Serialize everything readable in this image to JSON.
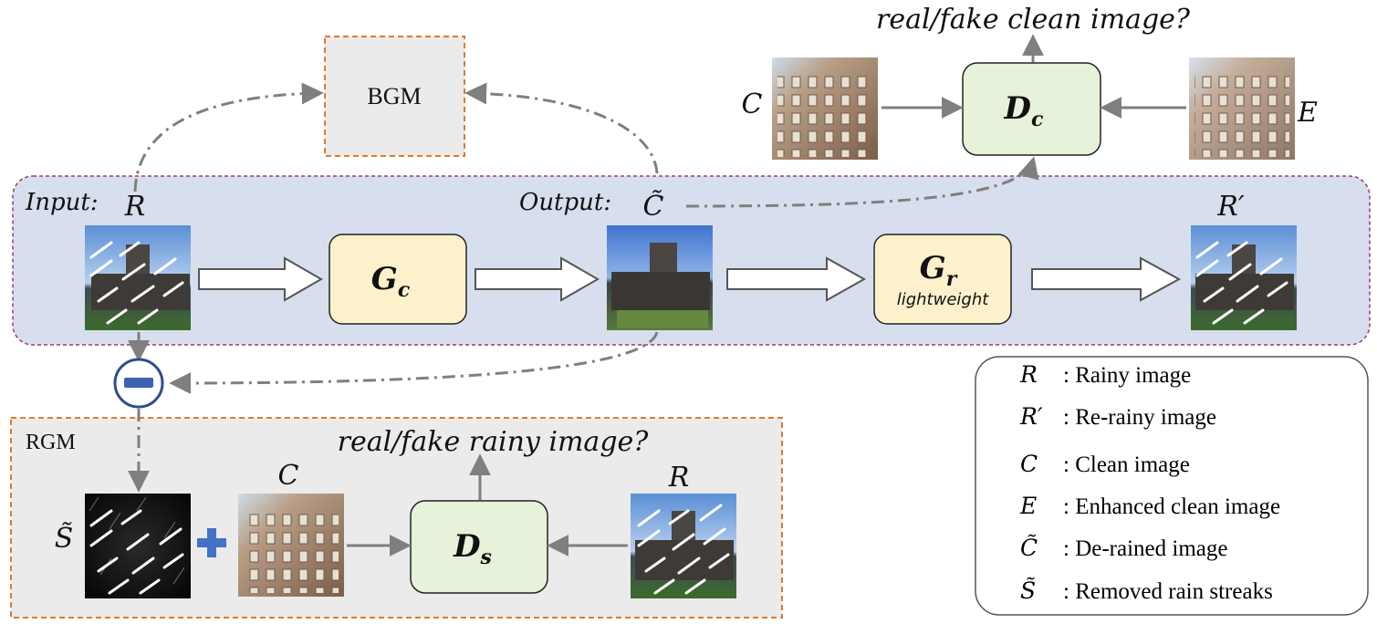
{
  "top_question": "real/fake clean image?",
  "bottom_question": "real/fake rainy image?",
  "bgm_label": "BGM",
  "rgm_label": "RGM",
  "input_label": "Input:",
  "output_label": "Output:",
  "vars": {
    "R": "R",
    "R_prime": "R′",
    "C": "C",
    "C_tilde": "C̃",
    "E": "E",
    "S_tilde": "S̃"
  },
  "generators": {
    "gc": {
      "main": "G",
      "sub": "c"
    },
    "gr": {
      "main": "G",
      "sub": "r",
      "note": "lightweight"
    }
  },
  "discriminators": {
    "dc": {
      "main": "D",
      "sub": "c"
    },
    "ds": {
      "main": "D",
      "sub": "s"
    }
  },
  "legend": [
    {
      "symbol": "R",
      "text": ": Rainy image"
    },
    {
      "symbol": "R′",
      "text": ": Re-rainy image"
    },
    {
      "symbol": "C",
      "text": ": Clean image"
    },
    {
      "symbol": "E",
      "text": ": Enhanced clean image"
    },
    {
      "symbol": "C̃",
      "text": ": De-rained image"
    },
    {
      "symbol": "S̃",
      "text": ": Removed rain streaks"
    }
  ],
  "colors": {
    "main_panel": "#d7dfee",
    "main_panel_border": "#9a3b74",
    "module_fill": "#ebebeb",
    "module_border": "#e07b2a",
    "generator_fill": "#fdf1cc",
    "discriminator_fill": "#e6f2d9",
    "arrow": "#7f7f7f",
    "operator": "#2d4d8c",
    "plus": "#4472c4"
  },
  "icons": {
    "minus": "minus-circle-icon",
    "plus": "plus-icon"
  }
}
